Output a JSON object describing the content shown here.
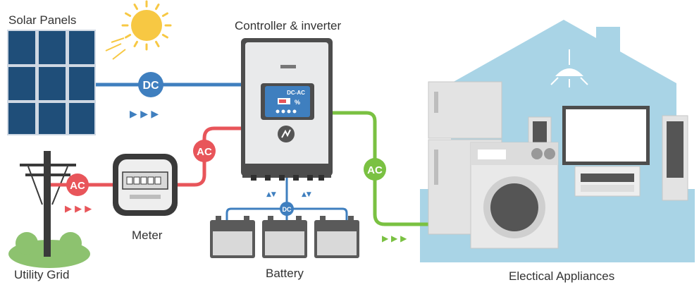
{
  "labels": {
    "solar_panels": "Solar Panels",
    "controller": "Controller & inverter",
    "utility_grid": "Utility Grid",
    "meter": "Meter",
    "battery": "Battery",
    "appliances": "Electical Appliances"
  },
  "badges": {
    "dc_main": "DC",
    "ac_grid": "AC",
    "ac_inverter_in": "AC",
    "ac_output": "AC",
    "dc_battery": "DC"
  },
  "inverter_display": {
    "mode": "DC-AC",
    "percent": "%"
  },
  "flow_arrows": {
    "dc": "▶ ▶ ▶",
    "grid": "▶ ▶ ▶",
    "output": "▶ ▶ ▶",
    "battery": "▲▼"
  },
  "colors": {
    "dc_line": "#3f7fbf",
    "ac_grid_line": "#e8555a",
    "ac_output_line": "#7ac142",
    "house": "#a9d4e6",
    "panel": "#1f4e79",
    "sun": "#f7c843"
  }
}
